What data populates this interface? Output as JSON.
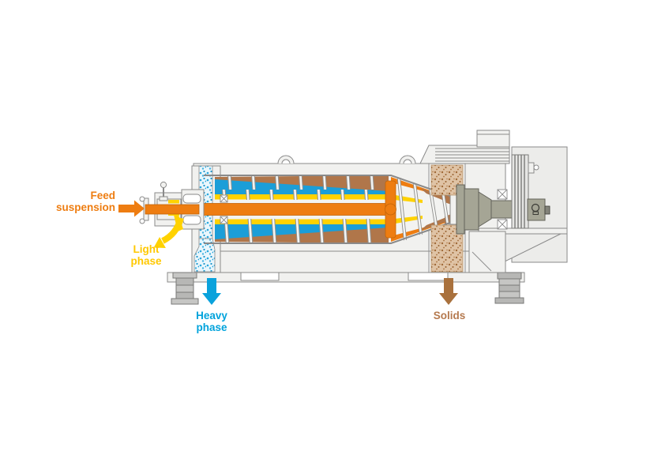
{
  "diagram": {
    "labels": {
      "feed_suspension": {
        "line1": "Feed",
        "line2": "suspension"
      },
      "light_phase": {
        "line1": "Light",
        "line2": "phase"
      },
      "heavy_phase": {
        "line1": "Heavy",
        "line2": "phase"
      },
      "solids": {
        "line1": "Solids"
      }
    },
    "colors": {
      "feed_orange": "#ee7d11",
      "light_phase_yellow": "#ffd200",
      "heavy_phase_blue": "#00a3dc",
      "solids_brown": "#a9713d",
      "solids_text_brown": "#b5794e",
      "solids_speckle_bg": "#dfc3a5",
      "machine_body_gray": "#f1f1ef",
      "outline_gray": "#8a8a8a",
      "gearbox_olive": "#a5a595"
    }
  }
}
